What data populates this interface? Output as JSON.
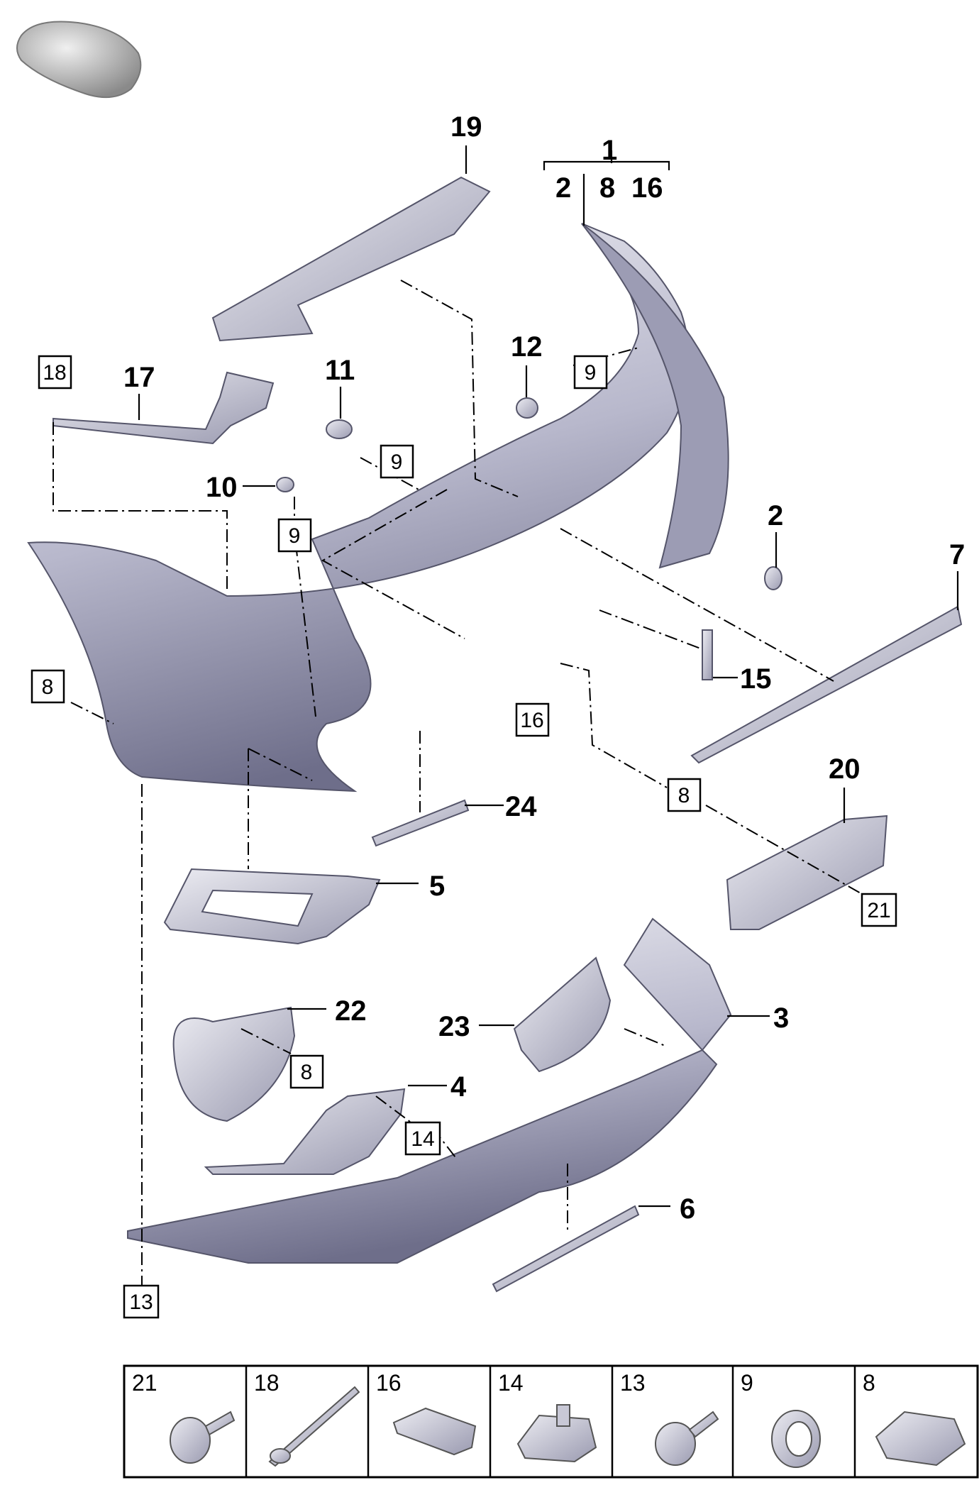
{
  "callouts": {
    "c19": "19",
    "c1": "1",
    "c2a": "2",
    "c8a": "8",
    "c16a": "16",
    "c12": "12",
    "c11": "11",
    "c17": "17",
    "c10": "10",
    "c2b": "2",
    "c7": "7",
    "c15": "15",
    "c20": "20",
    "c24": "24",
    "c5": "5",
    "c22": "22",
    "c23": "23",
    "c3": "3",
    "c4": "4",
    "c6": "6"
  },
  "boxed": {
    "b18": "18",
    "b9a": "9",
    "b9b": "9",
    "b9c": "9",
    "b8a": "8",
    "b16": "16",
    "b8b": "8",
    "b21": "21",
    "b8c": "8",
    "b14": "14",
    "b13": "13"
  },
  "legend": {
    "items": [
      "21",
      "18",
      "16",
      "14",
      "13",
      "9",
      "8"
    ]
  },
  "colors": {
    "part_light": "#e4e4ec",
    "part_mid": "#b4b4c6",
    "part_dark": "#7a7a94",
    "line": "#000000"
  }
}
